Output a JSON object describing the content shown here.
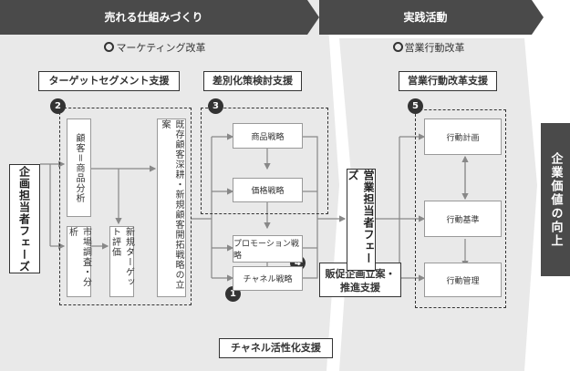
{
  "banners": {
    "left": "売れる仕組みづくり",
    "right": "実践活動"
  },
  "sections": {
    "marketing": "マーケティング改革",
    "sales": "営業行動改革"
  },
  "callouts": {
    "target_segment": "ターゲットセグメント支援",
    "differentiation": "差別化策検討支援",
    "sales_reform": "営業行動改革支援",
    "channel": "チャネル活性化支援",
    "promotion": [
      "販促企画立案・",
      "推進支援"
    ]
  },
  "badges": [
    "1",
    "2",
    "3",
    "4",
    "5"
  ],
  "phases": {
    "planning": "企画担当者フェーズ",
    "sales": "営業担当者フェーズ"
  },
  "analysis": {
    "customer": "顧客＝商品分析",
    "market": "市場調査・分析",
    "new_target": "新規ターゲット評価",
    "existing": "既存顧客深耕・新規顧客開拓戦略の立案"
  },
  "strategies": {
    "product": "商品戦略",
    "price": "価格戦略",
    "promotion": "プロモーション戦略",
    "channel": "チャネル戦略"
  },
  "actions": {
    "plan": "行動計画",
    "standard": "行動基準",
    "management": "行動管理"
  },
  "result": "企業価値の向上",
  "colors": {
    "banner": "#4a4a4a",
    "panel": "#e8e8e8",
    "line": "#888888"
  }
}
